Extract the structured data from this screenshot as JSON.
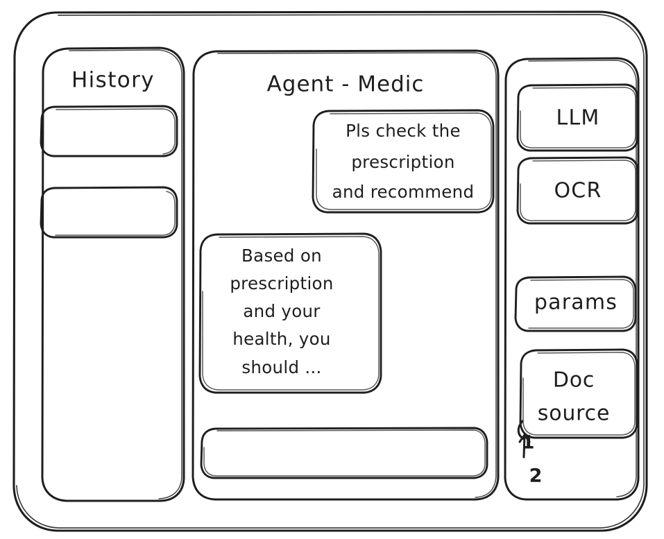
{
  "window": {
    "style": "hand-drawn wireframe",
    "stroke_color": "#1e1e1e",
    "background_color": "#ffffff"
  },
  "sidebar": {
    "title": "History",
    "items": [
      {
        "label": "",
        "name": "history-item-1"
      },
      {
        "label": "",
        "name": "history-item-2"
      }
    ]
  },
  "main": {
    "title": "Agent - Medic",
    "messages": [
      {
        "role": "user",
        "name": "user-message-bubble",
        "lines": [
          "Pls check the",
          "prescription",
          "and recommend"
        ]
      },
      {
        "role": "assistant",
        "name": "assistant-message-bubble",
        "lines": [
          "Based on",
          "prescription",
          "and your",
          "health, you",
          "should ..."
        ]
      }
    ],
    "composer": {
      "value": "",
      "placeholder": ""
    }
  },
  "tools": {
    "items": [
      {
        "label": "LLM",
        "name": "tool-button-llm"
      },
      {
        "label": "OCR",
        "name": "tool-button-ocr"
      },
      {
        "label": "params",
        "name": "tool-button-params"
      }
    ],
    "doc_source": {
      "lines": [
        "Doc",
        "source"
      ],
      "markers": [
        "1",
        "2"
      ]
    }
  }
}
